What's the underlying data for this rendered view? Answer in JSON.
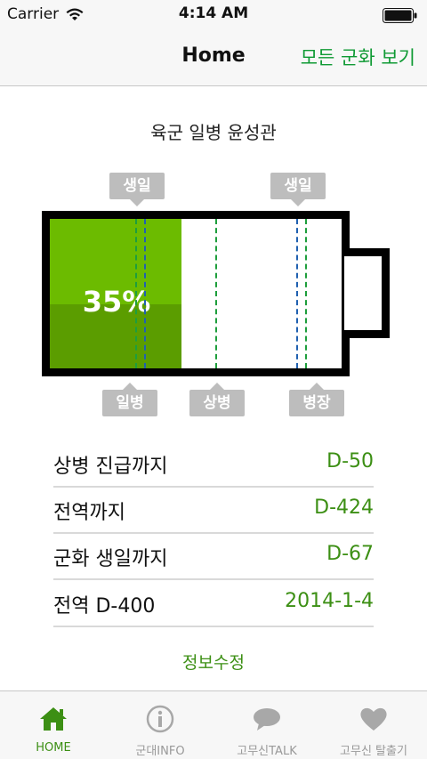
{
  "status_bar": {
    "carrier": "Carrier",
    "time": "4:14 AM"
  },
  "nav": {
    "title": "Home",
    "right_button": "모든 군화 보기"
  },
  "soldier": {
    "name": "육군 일병 윤성관"
  },
  "progress": {
    "percent_label": "35%",
    "value": 0.35,
    "accent_top": "#6cbb00",
    "accent_bottom": "#5b9d00"
  },
  "markers": {
    "top": [
      "생일",
      "생일"
    ],
    "bottom": [
      "일병",
      "상병",
      "병장"
    ]
  },
  "info_rows": [
    {
      "label": "상병 진급까지",
      "value": "D-50"
    },
    {
      "label": "전역까지",
      "value": "D-424"
    },
    {
      "label": "군화 생일까지",
      "value": "D-67"
    },
    {
      "label": "전역 D-400",
      "value": "2014-1-4"
    }
  ],
  "edit_link": "정보수정",
  "tabs": [
    {
      "label": "HOME",
      "icon": "home-icon",
      "active": true
    },
    {
      "label": "군대INFO",
      "icon": "info-icon",
      "active": false
    },
    {
      "label": "고무신TALK",
      "icon": "speech-bubble-icon",
      "active": false
    },
    {
      "label": "고무신 탈출기",
      "icon": "heart-icon",
      "active": false
    }
  ],
  "colors": {
    "accent": "#3c8f14",
    "nav_green": "#0f9a34"
  }
}
